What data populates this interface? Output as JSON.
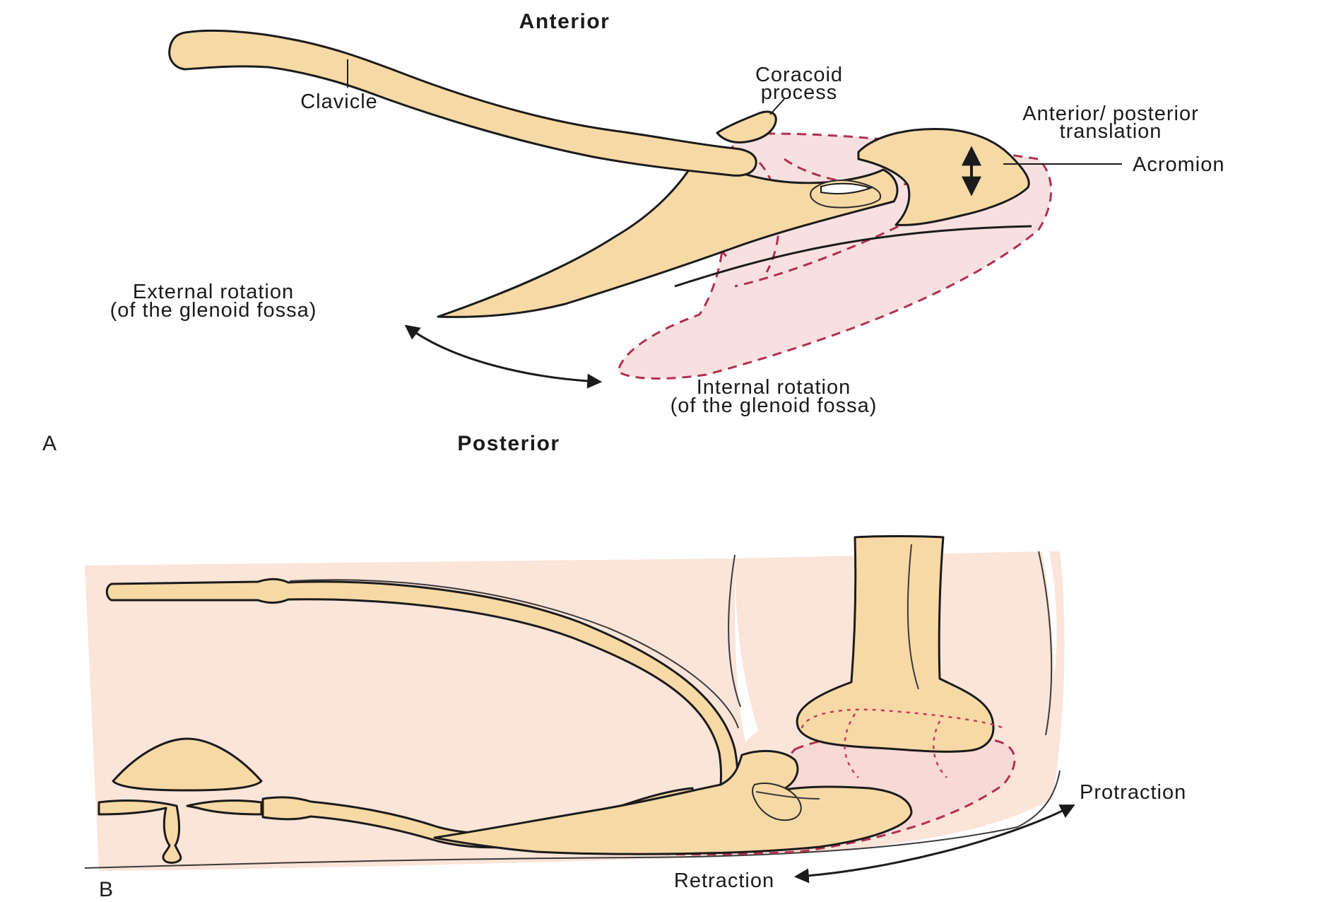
{
  "panel_a": {
    "letter": "A",
    "header_top": "Anterior",
    "header_bottom": "Posterior",
    "labels": {
      "clavicle": "Clavicle",
      "coracoid_line1": "Coracoid",
      "coracoid_line2": "process",
      "translation_line1": "Anterior/ posterior",
      "translation_line2": "translation",
      "acromion": "Acromion",
      "external_line1": "External rotation",
      "external_line2": "(of the glenoid fossa)",
      "internal_line1": "Internal rotation",
      "internal_line2": "(of the glenoid fossa)"
    }
  },
  "panel_b": {
    "letter": "B",
    "labels": {
      "protraction": "Protraction",
      "retraction": "Retraction"
    }
  },
  "colors": {
    "bone": "#f7d9a6",
    "outline": "#1b1b1b",
    "ghost_outline": "#b0314f",
    "ghost_fill": "#f6d6d6",
    "skin": "#fbe4d8"
  }
}
